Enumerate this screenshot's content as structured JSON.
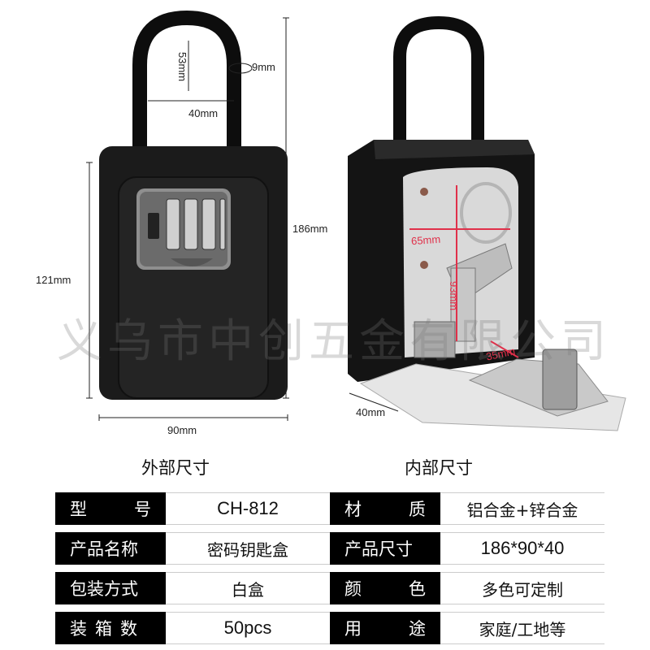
{
  "dimensions": {
    "shackle_height": "53mm",
    "shackle_thickness": "9mm",
    "shackle_width": "40mm",
    "total_height": "186mm",
    "body_height": "121mm",
    "body_width": "90mm",
    "depth": "40mm",
    "inner_width": "65mm",
    "inner_height": "93mm",
    "inner_depth": "35mm"
  },
  "captions": {
    "outer": "外部尺寸",
    "inner": "内部尺寸"
  },
  "watermark": "义乌市中创五金有限公司",
  "specs": [
    {
      "label_a": "型",
      "label_b": "号",
      "value": "CH-812",
      "label2_a": "材",
      "label2_b": "质",
      "value2": "铝合金+锌合金"
    },
    {
      "label": "产品名称",
      "value": "密码钥匙盒",
      "label2": "产品尺寸",
      "value2": "186*90*40"
    },
    {
      "label": "包装方式",
      "value": "白盒",
      "label2_a": "颜",
      "label2_b": "色",
      "value2": "多色可定制"
    },
    {
      "label": "装箱数",
      "value": "50pcs",
      "label2_a": "用",
      "label2_b": "途",
      "value2": "家庭/工地等"
    }
  ],
  "colors": {
    "body": "#1a1a1a",
    "table_label_bg": "#000000",
    "inner_dim_accent": "#e0304a"
  }
}
